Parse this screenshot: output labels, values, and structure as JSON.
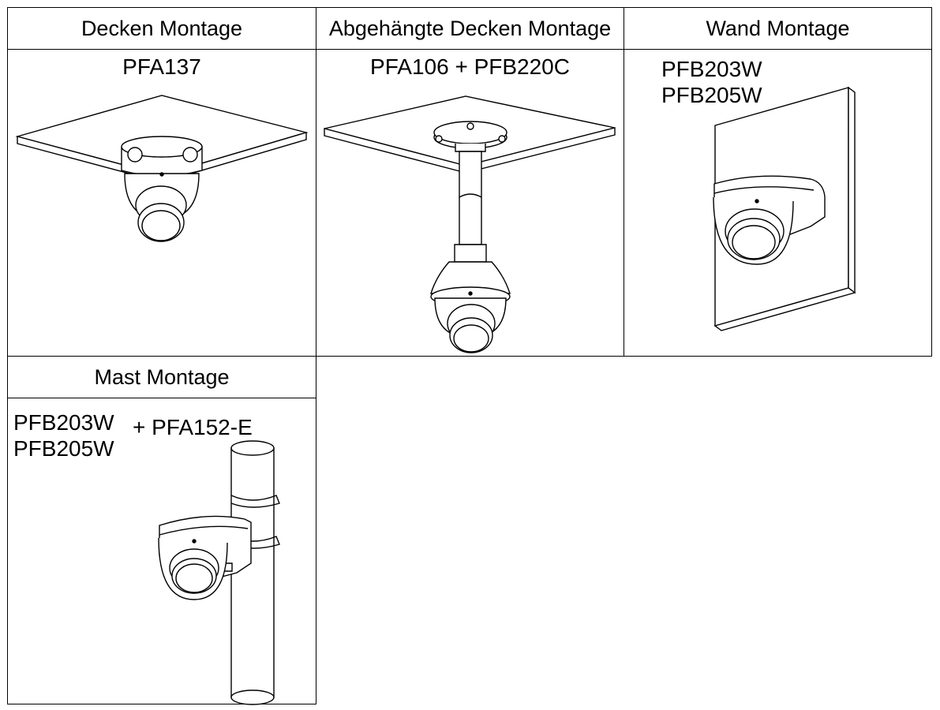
{
  "cells": [
    {
      "heading": "Decken Montage",
      "models": [
        "PFA137"
      ]
    },
    {
      "heading": "Abgehängte Decken Montage",
      "models": [
        "PFA106 + PFB220C"
      ]
    },
    {
      "heading": "Wand Montage",
      "models": [
        "PFB203W",
        "PFB205W"
      ]
    },
    {
      "heading": "Mast Montage",
      "models": [
        "PFB203W",
        "PFB205W"
      ],
      "addon": "+ PFA152-E"
    }
  ]
}
